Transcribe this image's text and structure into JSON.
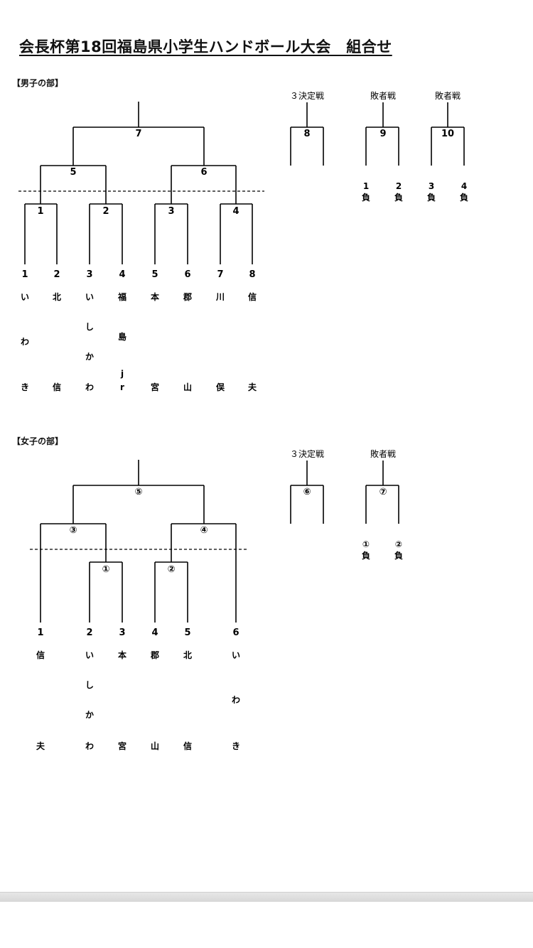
{
  "title": "会長杯第18回福島県小学生ハンドボール大会　組合せ",
  "boys": {
    "label": "【男子の部】",
    "matches": [
      "1",
      "2",
      "3",
      "4",
      "5",
      "6",
      "7"
    ],
    "seeds": [
      "1",
      "2",
      "3",
      "4",
      "5",
      "6",
      "7",
      "8"
    ],
    "teams": [
      [
        "い",
        "わ",
        "き"
      ],
      [
        "北",
        "信"
      ],
      [
        "い",
        "し",
        "か",
        "わ"
      ],
      [
        "福",
        "島",
        "j",
        "r"
      ],
      [
        "本",
        "宮"
      ],
      [
        "郡",
        "山"
      ],
      [
        "川",
        "俣"
      ],
      [
        "信",
        "夫"
      ]
    ],
    "side": [
      {
        "label": "３決定戦",
        "match": "8",
        "losers": []
      },
      {
        "label": "敗者戦",
        "match": "9",
        "losers": [
          {
            "num": "1",
            "mark": "負"
          },
          {
            "num": "2",
            "mark": "負"
          }
        ]
      },
      {
        "label": "敗者戦",
        "match": "10",
        "losers": [
          {
            "num": "3",
            "mark": "負"
          },
          {
            "num": "4",
            "mark": "負"
          }
        ]
      }
    ]
  },
  "girls": {
    "label": "【女子の部】",
    "matches": [
      "①",
      "②",
      "③",
      "④",
      "⑤"
    ],
    "seeds": [
      "1",
      "2",
      "3",
      "4",
      "5",
      "6"
    ],
    "teams": [
      [
        "信",
        "夫"
      ],
      [
        "い",
        "し",
        "か",
        "わ"
      ],
      [
        "本",
        "宮"
      ],
      [
        "郡",
        "山"
      ],
      [
        "北",
        "信"
      ],
      [
        "い",
        "わ",
        "き"
      ]
    ],
    "side": [
      {
        "label": "３決定戦",
        "match": "⑥",
        "losers": []
      },
      {
        "label": "敗者戦",
        "match": "⑦",
        "losers": [
          {
            "num": "①",
            "mark": "負"
          },
          {
            "num": "②",
            "mark": "負"
          }
        ]
      }
    ]
  }
}
